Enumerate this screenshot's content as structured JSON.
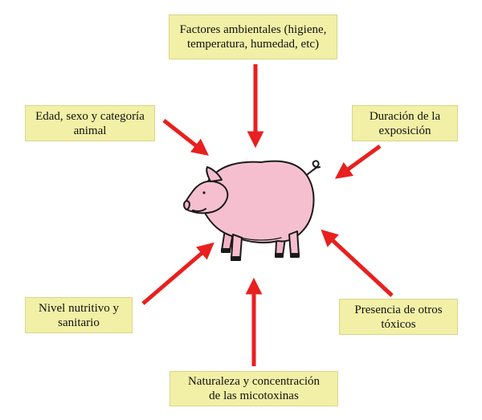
{
  "diagram": {
    "factors": {
      "top": "Factores ambientales (higiene,\ntemperatura, humedad, etc)",
      "left_top": "Edad, sexo y categoría\nanimal",
      "right_top": "Duración de la\nexposición",
      "left_bottom": "Nivel nutritivo y\nsanitario",
      "right_bottom": "Presencia de otros\ntóxicos",
      "bottom": "Naturaleza y concentración\nde las micotoxinas"
    },
    "center_icon": "pig-icon",
    "colors": {
      "box_fill": "#f2f0a6",
      "arrow": "#e8201f",
      "pig_fill": "#f6bfd0",
      "pig_outline": "#1a1a1a"
    }
  }
}
